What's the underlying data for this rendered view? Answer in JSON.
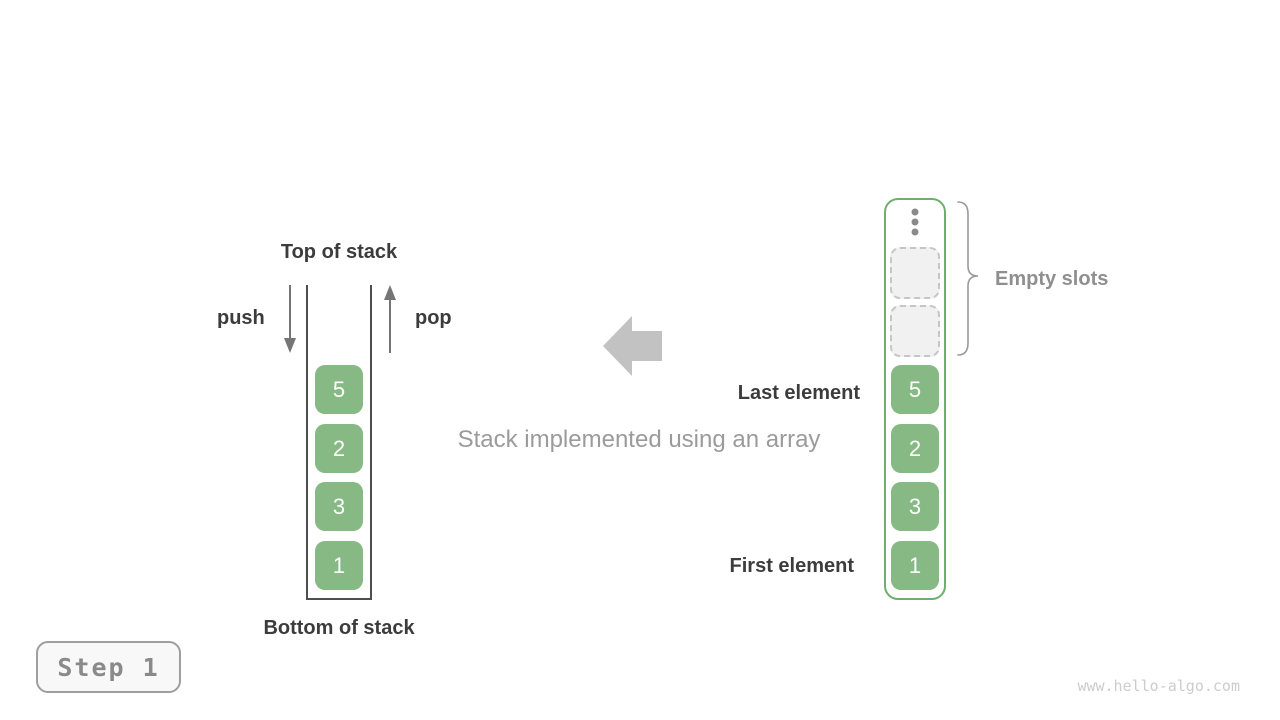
{
  "colors": {
    "block_green": "#87b984",
    "container_border_green": "#6fae6c",
    "wall_dark": "#4f4f4f",
    "dark_text": "#3c3c3c",
    "gray_text": "#8f8f8f",
    "caption_gray": "#9b9b9b",
    "arrow_gray": "#757575",
    "big_arrow_gray": "#c2c2c2",
    "empty_slot_fill": "#f1f1f1",
    "empty_slot_border": "#c6c6c6",
    "watermark_gray": "#cccccc"
  },
  "stack_diagram": {
    "top_label": "Top of stack",
    "bottom_label": "Bottom of stack",
    "push_label": "push",
    "pop_label": "pop",
    "blocks": [
      "5",
      "2",
      "3",
      "1"
    ]
  },
  "center": {
    "arrow_icon": "left-arrow",
    "caption": "Stack implemented using an array"
  },
  "array_diagram": {
    "ellipsis_icon": "vertical-dots",
    "empty_slots_count": 2,
    "blocks": [
      "5",
      "2",
      "3",
      "1"
    ],
    "empty_slots_label": "Empty slots",
    "last_element_label": "Last element",
    "first_element_label": "First element"
  },
  "footer": {
    "step_label": "Step 1",
    "watermark": "www.hello-algo.com"
  }
}
